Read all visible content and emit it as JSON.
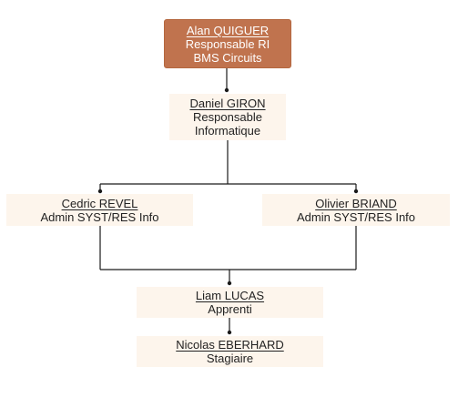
{
  "org_chart": {
    "head": {
      "name": "Alan QUIGUER",
      "role_line1": "Responsable RI",
      "role_line2": "BMS Circuits"
    },
    "it_manager": {
      "name": "Daniel GIRON ",
      "role_line1": "Responsable",
      "role_line2": "Informatique"
    },
    "admin_left": {
      "name": "Cedric REVEL",
      "role": "Admin SYST/RES Info"
    },
    "admin_right": {
      "name": "Olivier BRIAND",
      "role": "Admin SYST/RES Info"
    },
    "apprentice": {
      "name": "Liam LUCAS",
      "role": "Apprenti"
    },
    "intern": {
      "name": "Nicolas EBERHARD ",
      "role": "Stagiaire"
    }
  },
  "colors": {
    "head_fill": "#c0734e",
    "node_fill": "#fdf5ec",
    "line": "#1a1a1a",
    "text": "#222222",
    "head_text": "#ffffff"
  }
}
